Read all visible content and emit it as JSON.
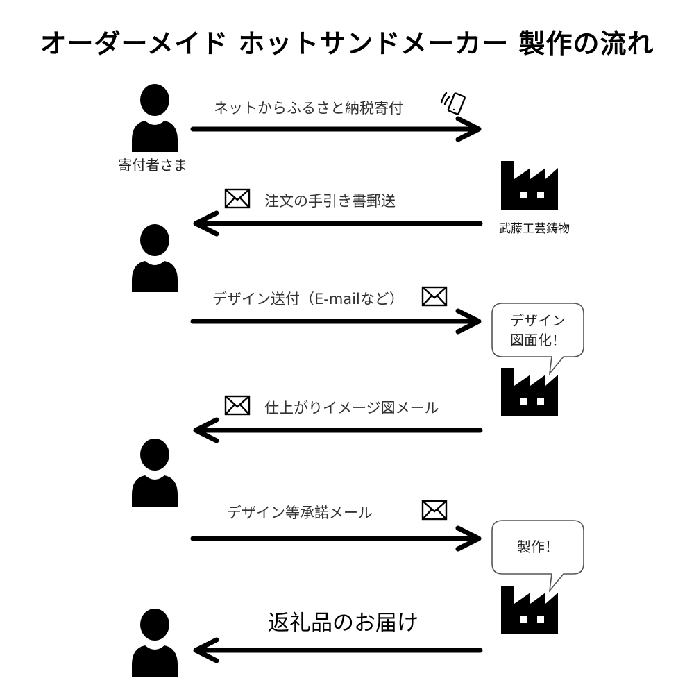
{
  "title": "オーダーメイド ホットサンドメーカー 製作の流れ",
  "actors": {
    "donor_label": "寄付者さま",
    "maker_label": "武藤工芸鋳物"
  },
  "colors": {
    "ink": "#000000",
    "text": "#333333",
    "background": "#ffffff"
  },
  "steps": [
    {
      "label": "ネットからふるさと納税寄付",
      "direction": "right",
      "icon": "smartphone-icon"
    },
    {
      "label": "注文の手引き書郵送",
      "direction": "left",
      "icon": "envelope-icon"
    },
    {
      "label": "デザイン送付（E-mailなど）",
      "direction": "right",
      "icon": "envelope-icon"
    },
    {
      "label": "仕上がりイメージ図メール",
      "direction": "left",
      "icon": "envelope-icon"
    },
    {
      "label": "デザイン等承諾メール",
      "direction": "right",
      "icon": "envelope-icon"
    },
    {
      "label": "返礼品のお届け",
      "direction": "left",
      "icon": ""
    }
  ],
  "bubbles": {
    "design": {
      "line1": "デザイン",
      "line2": "図面化！"
    },
    "production": {
      "line1": "製作！"
    }
  }
}
